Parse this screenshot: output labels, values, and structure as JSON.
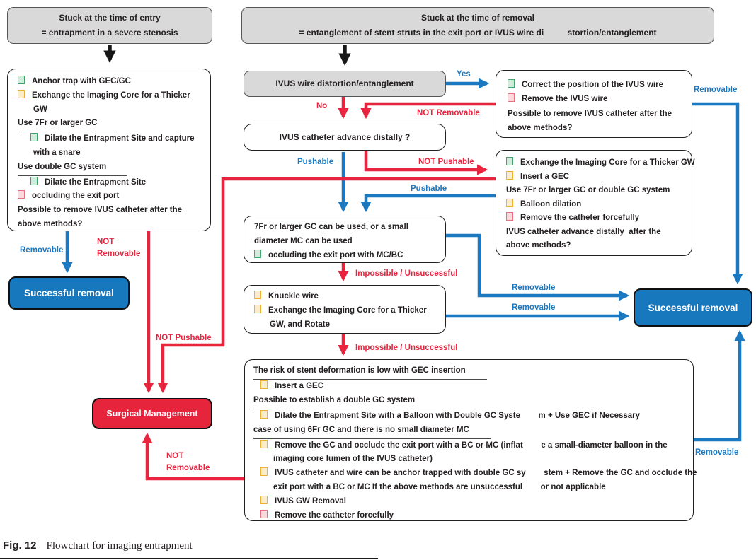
{
  "figure": {
    "caption_label": "Fig. 12",
    "caption_text": "Flowchart for imaging entrapment"
  },
  "colors": {
    "flow_blue": "#1b79c1",
    "flow_red": "#e8243f",
    "gray_fill": "#d9d9d9",
    "success_fill": "#1878be",
    "surgical_fill": "#e6253c",
    "bullet_green": "#3fa56d",
    "bullet_orange": "#efaf31",
    "bullet_red": "#e8707e"
  },
  "icons": {
    "bullet_square": "small outlined square glyph",
    "arrow": "thick flow arrow"
  },
  "boxes": {
    "entry_header": {
      "line1": "Stuck at the time of entry",
      "line2": "= entrapment in a severe stenosis"
    },
    "removal_header": {
      "line1": "Stuck at the time of removal",
      "line2": "= entanglement of stent struts in the exit port or IVUS wire di          stortion/entanglement"
    },
    "wire_distortion": {
      "text": "IVUS wire distortion/entanglement"
    },
    "advance_distally": {
      "text": "IVUS catheter advance distally ?"
    },
    "entry_methods": {
      "lines": [
        {
          "b": "g",
          "t": "Anchor trap with GEC/GC"
        },
        {
          "b": "o",
          "t": "Exchange the Imaging Core for a Thicker"
        },
        {
          "i": 2,
          "t": "GW"
        },
        {
          "u": true,
          "t": "Use 7Fr or larger GC"
        },
        {
          "b": "g",
          "i": 1,
          "t": "Dilate the Entrapment Site and capture"
        },
        {
          "i": 2,
          "t": "with a snare"
        },
        {
          "u": true,
          "t": "Use double GC system"
        },
        {
          "b": "g",
          "i": 1,
          "t": "Dilate the Entrapment Site"
        },
        {
          "b": "r",
          "t": "occluding the exit port"
        },
        {
          "t": "Possible to remove IVUS catheter after the"
        },
        {
          "t": "above methods?"
        }
      ]
    },
    "wire_methods": {
      "lines": [
        {
          "b": "g",
          "t": "Correct the position of the IVUS wire"
        },
        {
          "b": "r",
          "t": "Remove the IVUS wire"
        },
        {
          "t": "Possible to remove IVUS catheter after the"
        },
        {
          "t": "above methods?"
        }
      ]
    },
    "push_methods": {
      "lines": [
        {
          "b": "g",
          "t": "Exchange the Imaging Core for a Thicker GW"
        },
        {
          "b": "o",
          "t": "Insert a GEC"
        },
        {
          "t": "Use 7Fr or larger GC or double GC system"
        },
        {
          "b": "o",
          "t": "Balloon dilation"
        },
        {
          "b": "r",
          "t": "Remove the catheter forcefully"
        },
        {
          "t": "IVUS catheter advance distally  after the"
        },
        {
          "t": "above methods?"
        }
      ]
    },
    "gc_usable": {
      "lines": [
        {
          "t": "7Fr or larger GC can be used, or a small"
        },
        {
          "t": "diameter MC can be used"
        },
        {
          "b": "g",
          "t": "occluding the exit port with MC/BC"
        }
      ]
    },
    "knuckle": {
      "lines": [
        {
          "b": "o",
          "t": "Knuckle wire"
        },
        {
          "b": "o",
          "t": "Exchange the Imaging Core for a Thicker"
        },
        {
          "i": 2,
          "t": "GW, and Rotate"
        }
      ]
    },
    "final_methods": {
      "lines": [
        {
          "u": true,
          "t": "The risk of stent deformation is low with GEC insertion"
        },
        {
          "b": "o",
          "i": 1,
          "t": "Insert a GEC"
        },
        {
          "u": true,
          "t": "Possible to establish a double GC system"
        },
        {
          "b": "o",
          "i": 1,
          "t": "Dilate the Entrapment Site with a Balloon with Double GC Syste        m + Use GEC if Necessary"
        },
        {
          "u": true,
          "t": "case of using 6Fr GC and there is no small diameter MC"
        },
        {
          "b": "o",
          "i": 1,
          "t": "Remove the GC and occlude the exit port with a BC or MC (inflat        e a small-diameter balloon in the"
        },
        {
          "i": 2,
          "t": "imaging core lumen of the IVUS catheter)"
        },
        {
          "b": "o",
          "i": 1,
          "t": "IVUS catheter and wire can be anchor trapped with double GC sy        stem + Remove the GC and occlude the"
        },
        {
          "i": 2,
          "t": "exit port with a BC or MC If the above methods are unsuccessful        or not applicable"
        },
        {
          "b": "o",
          "i": 1,
          "t": "IVUS GW Removal"
        },
        {
          "b": "r",
          "i": 1,
          "t": "Remove the catheter forcefully"
        }
      ]
    },
    "success_left": {
      "text": "Successful removal"
    },
    "success_right": {
      "text": "Successful removal"
    },
    "surgical": {
      "text": "Surgical Management"
    }
  },
  "labels": {
    "yes": "Yes",
    "no": "No",
    "removable": "Removable",
    "not_removable": "NOT Removable",
    "pushable": "Pushable",
    "not_pushable": "NOT Pushable",
    "impossible": "Impossible / Unsuccessful",
    "not_word": "NOT",
    "removable_word": "Removable"
  }
}
